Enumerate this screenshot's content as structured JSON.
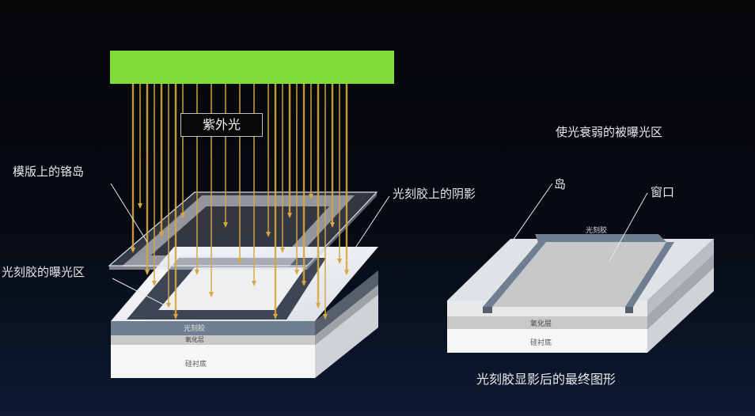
{
  "left_diagram": {
    "uv_label": "紫外光",
    "mask_island_label": "模版上的铬岛",
    "shadow_label": "光刻胶上的阴影",
    "exposed_label": "光刻胶的曝光区",
    "layer_photoresist": "光刻胶",
    "layer_oxide": "氧化层",
    "layer_substrate": "硅衬底"
  },
  "right_diagram": {
    "weakened_label": "使光衰弱的被曝光区",
    "island_label": "岛",
    "window_label": "窗口",
    "layer_photoresist": "光刻胶",
    "layer_oxide": "氧化层",
    "layer_substrate": "硅衬底",
    "caption": "光刻胶显影后的最终图形"
  },
  "colors": {
    "uv_source": "#7fdc3c",
    "uv_rays": "#d9a640",
    "photoresist": "#6f7e91",
    "oxide": "#bfbfbf",
    "substrate": "#ffffff"
  }
}
